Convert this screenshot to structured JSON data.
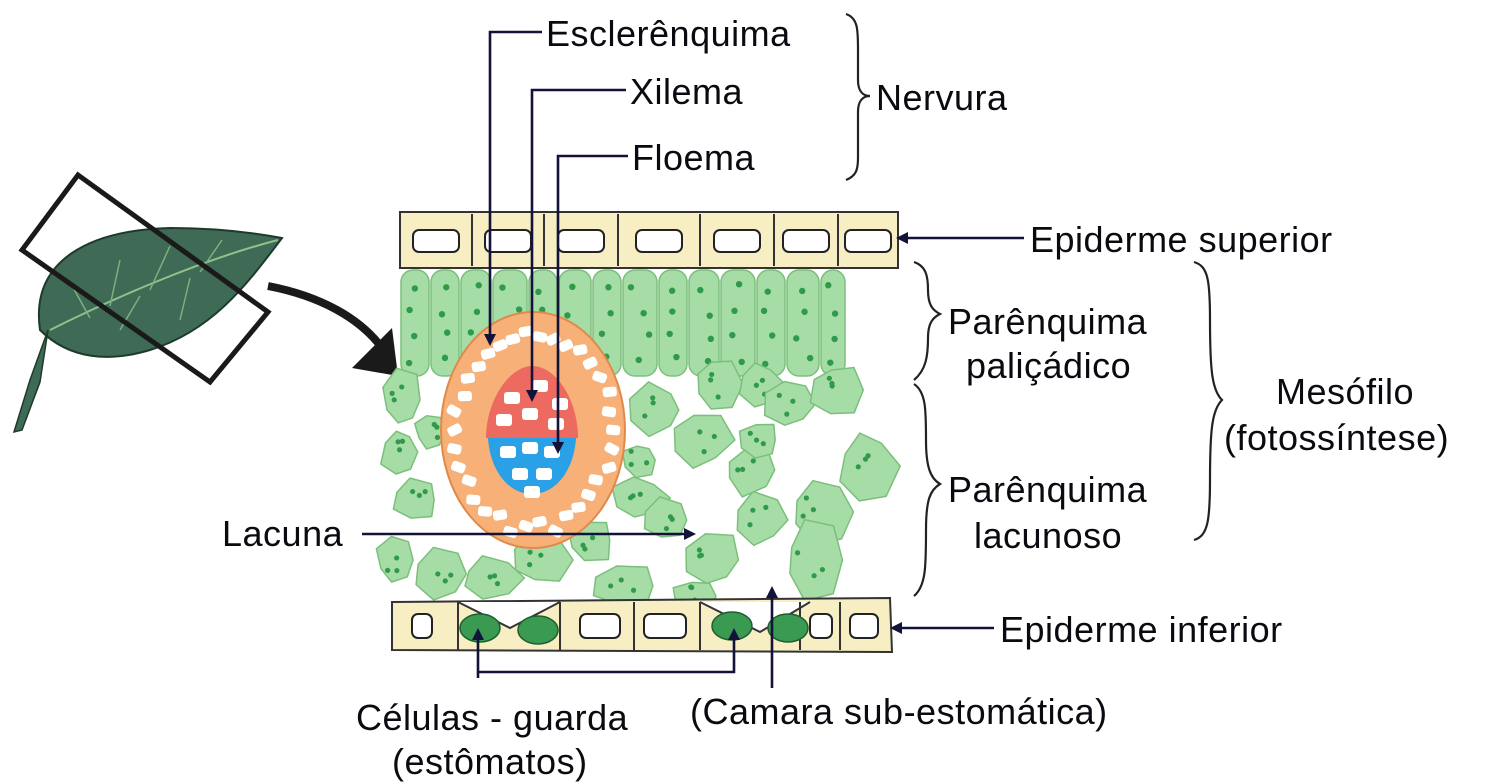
{
  "labels": {
    "esclerenquima": "Esclerênquima",
    "xilema": "Xilema",
    "floema": "Floema",
    "nervura": "Nervura",
    "epiderme_superior": "Epiderme superior",
    "parenquima_palicadico_1": "Parênquima",
    "parenquima_palicadico_2": "paliçádico",
    "mesofilo_1": "Mesófilo",
    "mesofilo_2": "(fotossíntese)",
    "parenquima_lacunoso_1": "Parênquima",
    "parenquima_lacunoso_2": "lacunoso",
    "lacuna": "Lacuna",
    "epiderme_inferior": "Epiderme inferior",
    "celulas_guarda_1": "Células - guarda",
    "celulas_guarda_2": "(estômatos)",
    "camara": "(Camara sub-estomática)"
  },
  "colors": {
    "epidermis": "#f7eec4",
    "mesophyll_cell": "#a6dca6",
    "chloroplast": "#2f9a4c",
    "sclerenchyma": "#f6b078",
    "xylem": "#ec6a60",
    "phloem": "#2aa0e6",
    "guard_cell": "#3a9a52",
    "leaf": "#3f6a55",
    "pointer": "#12123a"
  }
}
